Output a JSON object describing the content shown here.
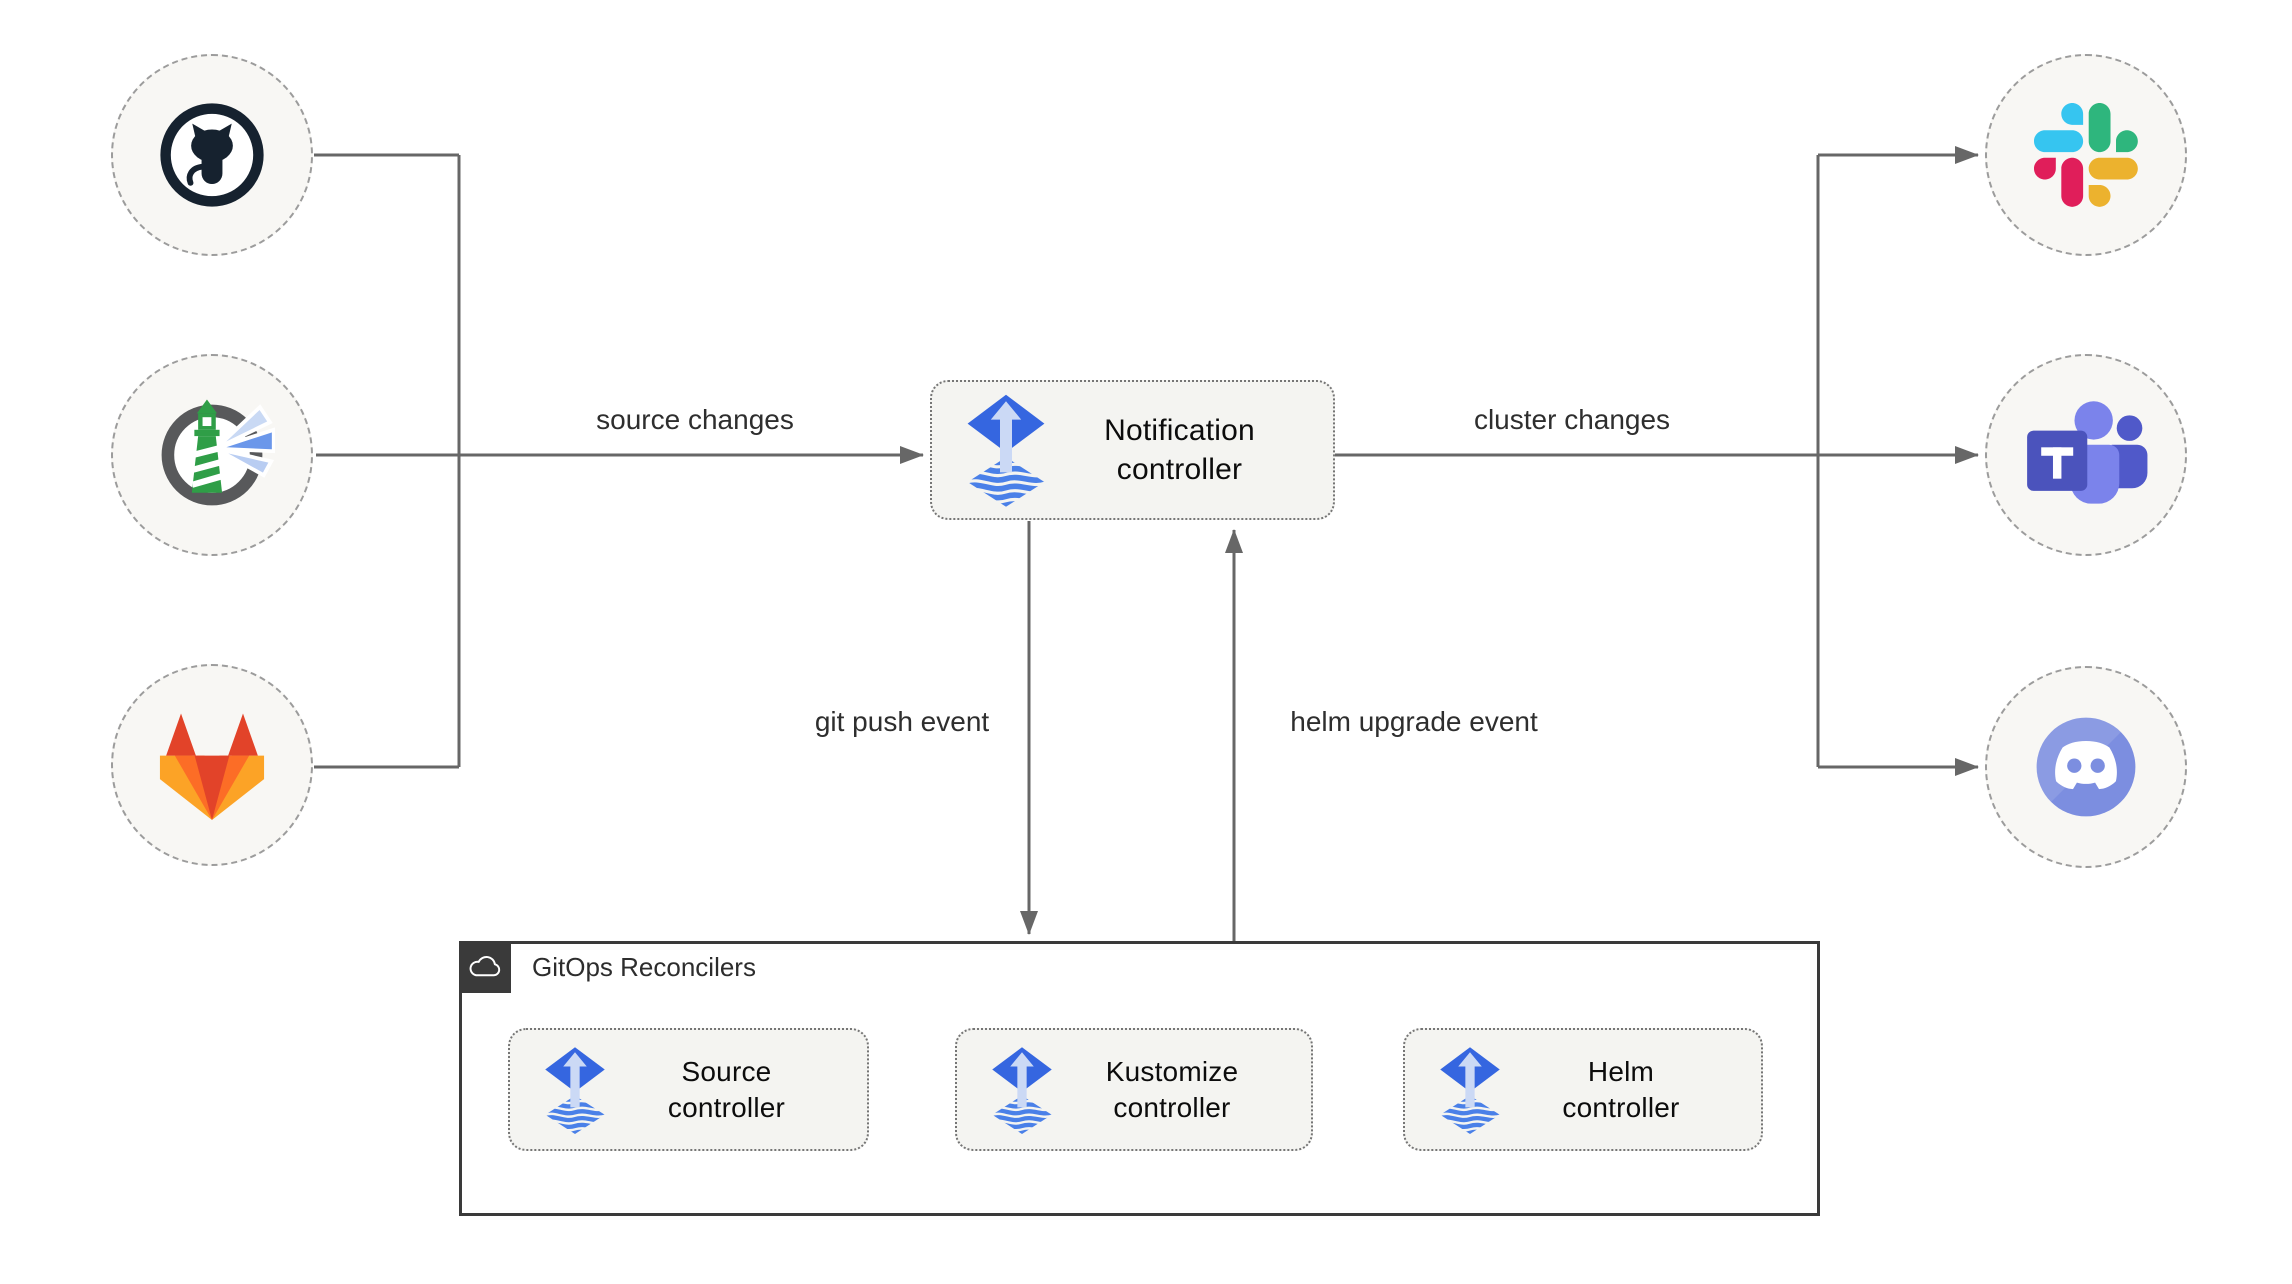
{
  "nodes": {
    "notification": {
      "label": "Notification controller",
      "icon": "flux-icon"
    },
    "source": {
      "label": "Source controller",
      "icon": "flux-icon"
    },
    "kustomize": {
      "label": "Kustomize controller",
      "icon": "flux-icon"
    },
    "helm": {
      "label": "Helm controller",
      "icon": "flux-icon"
    }
  },
  "group": {
    "label": "GitOps Reconcilers",
    "icon": "cloud-icon"
  },
  "edge_labels": {
    "source_changes": "source changes",
    "cluster_changes": "cluster changes",
    "git_push_event": "git push event",
    "helm_upgrade_event": "helm upgrade event"
  },
  "sources": [
    {
      "name": "GitHub",
      "icon": "github-icon"
    },
    {
      "name": "Harbor",
      "icon": "harbor-icon"
    },
    {
      "name": "GitLab",
      "icon": "gitlab-icon"
    }
  ],
  "notification_targets": [
    {
      "name": "Slack",
      "icon": "slack-icon"
    },
    {
      "name": "Microsoft Teams",
      "icon": "microsoft-teams-icon"
    },
    {
      "name": "Discord",
      "icon": "discord-icon"
    }
  ],
  "colors": {
    "flux_blue": "#3566e0",
    "flux_arrow": "#cbd9f5",
    "flux_wave": "#4a80e8",
    "edge_gray": "#676767",
    "node_fill": "#f4f4f1",
    "endpoint_fill": "#f8f7f4",
    "group_border": "#3a3a3a",
    "github_dark": "#16222f",
    "harbor_green": "#2f9e47",
    "gitlab_palette": [
      "#e24329",
      "#fc6d26",
      "#fca326"
    ],
    "slack_palette": [
      "#36C5F0",
      "#2EB67D",
      "#ECB22E",
      "#E01E5A"
    ],
    "teams_palette": [
      "#4b53bc",
      "#7b83eb",
      "#5059c9"
    ],
    "discord_blurple": "#7c8ee0"
  }
}
